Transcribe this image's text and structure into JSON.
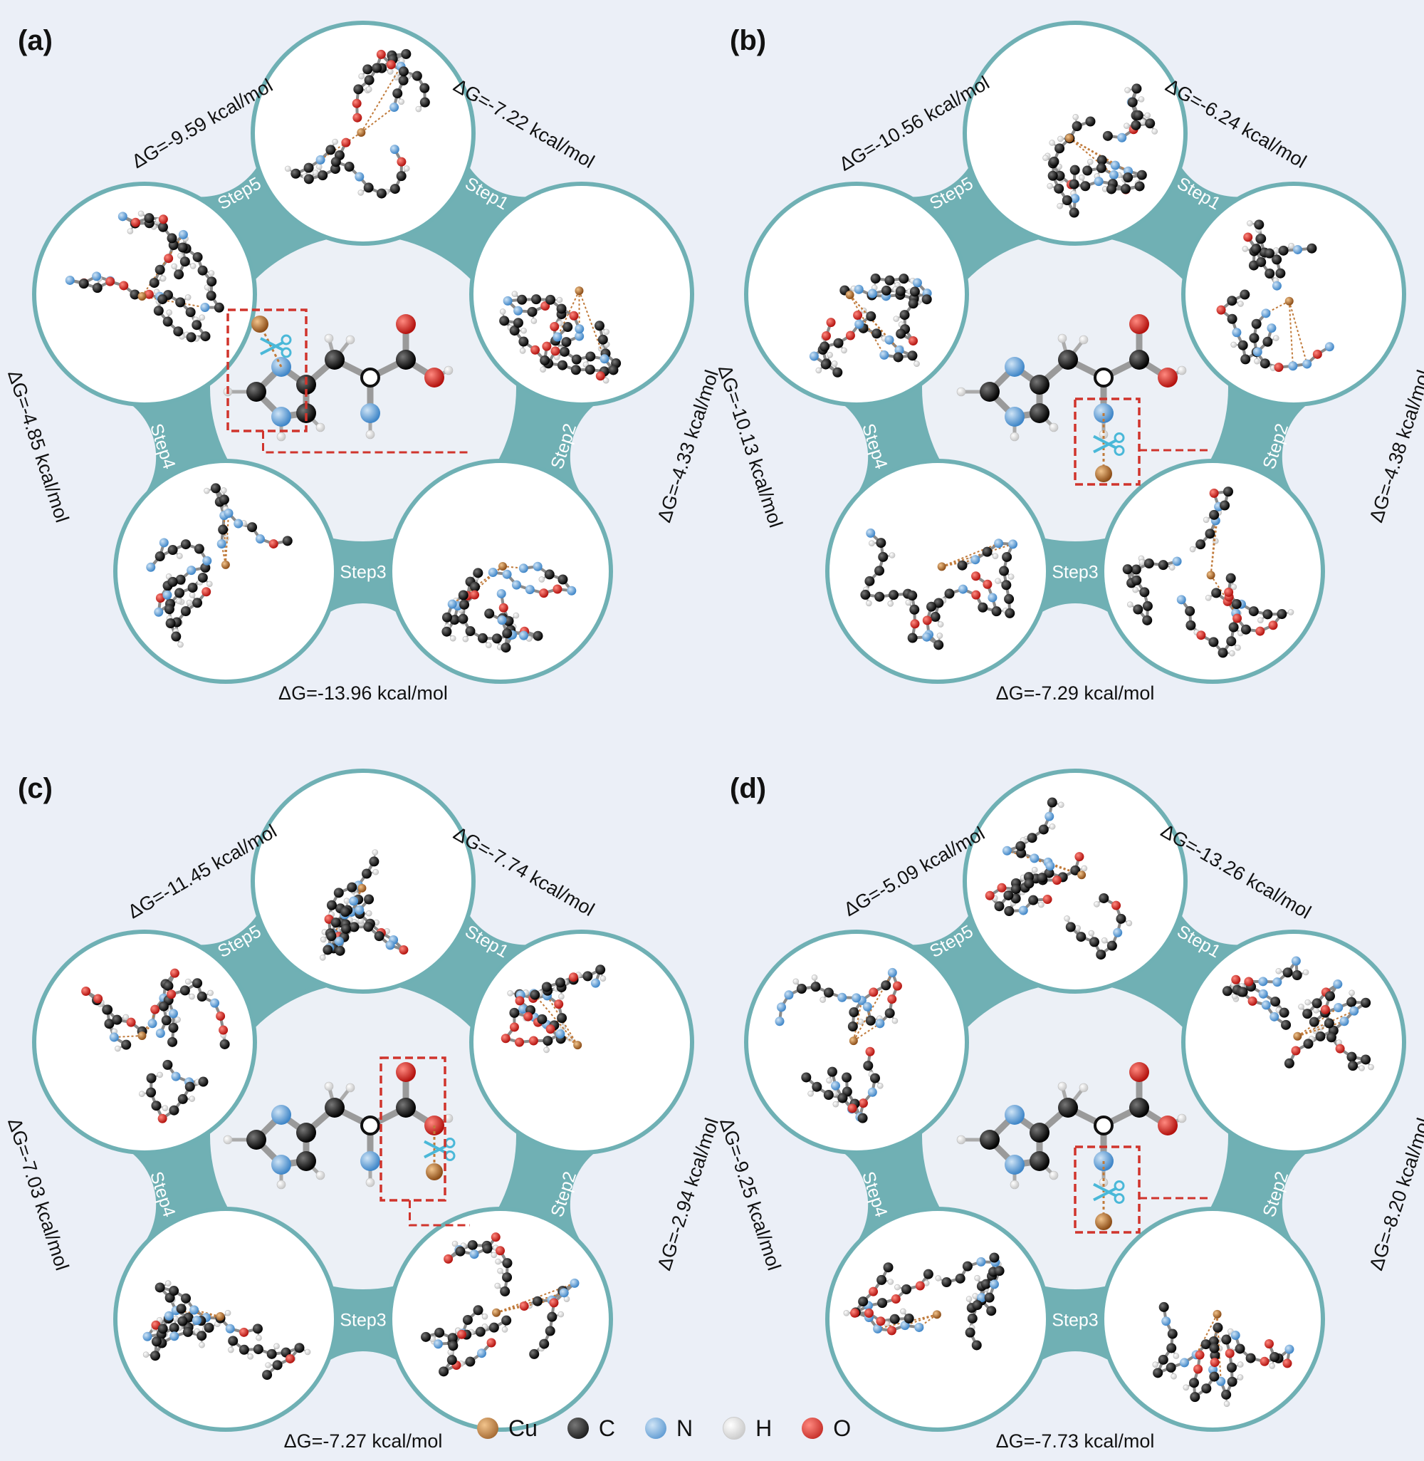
{
  "panels": [
    {
      "label": "(a)",
      "steps": [
        "Step1",
        "Step2",
        "Step3",
        "Step4",
        "Step5"
      ],
      "energies": [
        "ΔG=-7.22 kcal/mol",
        "ΔG=-4.33 kcal/mol",
        "ΔG=-13.96 kcal/mol",
        "ΔG=-4.85 kcal/mol",
        "ΔG=-9.59 kcal/mol"
      ]
    },
    {
      "label": "(b)",
      "steps": [
        "Step1",
        "Step2",
        "Step3",
        "Step4",
        "Step5"
      ],
      "energies": [
        "ΔG=-6.24 kcal/mol",
        "ΔG=-4.38 kcal/mol",
        "ΔG=-7.29 kcal/mol",
        "ΔG=-10.13 kcal/mol",
        "ΔG=-10.56 kcal/mol"
      ]
    },
    {
      "label": "(c)",
      "steps": [
        "Step1",
        "Step2",
        "Step3",
        "Step4",
        "Step5"
      ],
      "energies": [
        "ΔG=-7.74 kcal/mol",
        "ΔG=-2.94 kcal/mol",
        "ΔG=-7.27 kcal/mol",
        "ΔG=-7.03 kcal/mol",
        "ΔG=-11.45 kcal/mol"
      ]
    },
    {
      "label": "(d)",
      "steps": [
        "Step1",
        "Step2",
        "Step3",
        "Step4",
        "Step5"
      ],
      "energies": [
        "ΔG=-13.26 kcal/mol",
        "ΔG=-8.20 kcal/mol",
        "ΔG=-7.73 kcal/mol",
        "ΔG=-9.25 kcal/mol",
        "ΔG=-5.09 kcal/mol"
      ]
    }
  ],
  "legend": [
    {
      "label": "Cu",
      "color": "#b8732e"
    },
    {
      "label": "C",
      "color": "#111111"
    },
    {
      "label": "N",
      "color": "#5b9bd5"
    },
    {
      "label": "H",
      "color": "#f4f4f4"
    },
    {
      "label": "O",
      "color": "#d42a26"
    }
  ],
  "colors": {
    "ring": "#6fb0b4",
    "cut_box": "#d0342c",
    "scissors": "#4ab8d8"
  }
}
